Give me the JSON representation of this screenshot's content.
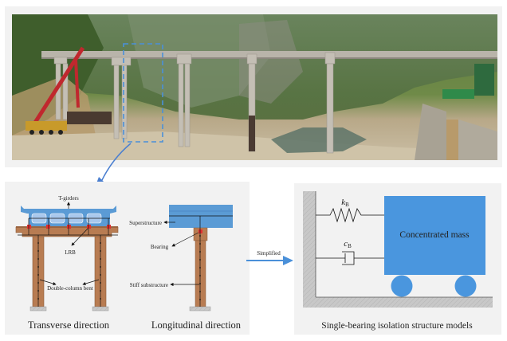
{
  "photo": {
    "description": "bridge-photo",
    "highlight_box_label": ""
  },
  "transverse": {
    "labels": {
      "girders": "T-girders",
      "lrb": "LRB",
      "bent": "Double-column bent"
    },
    "caption": "Transverse direction"
  },
  "longitudinal": {
    "labels": {
      "superstructure": "Superstructure",
      "bearing": "Bearing",
      "substructure": "Stiff substructure"
    },
    "caption": "Longitudinal direction"
  },
  "arrow": {
    "label": "Simplified"
  },
  "model": {
    "spring_symbol": "k",
    "spring_subscript": "B",
    "damper_symbol": "c",
    "damper_subscript": "B",
    "mass_label": "Concentrated mass",
    "caption": "Single-bearing isolation structure models"
  },
  "colors": {
    "panel_bg": "#f2f2f2",
    "accent_blue": "#4a90d9",
    "girder_blue": "#5b9bd5",
    "pier_brown": "#b87c52",
    "bearing_red": "#e03030",
    "ground_grey": "#c8c8c8"
  }
}
